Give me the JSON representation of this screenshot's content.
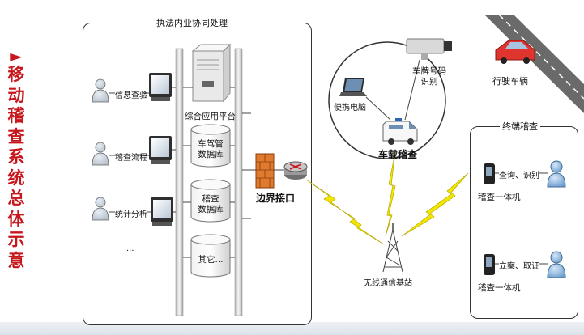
{
  "side_title": {
    "arrow": "►",
    "text": "移动稽查系统总体示意"
  },
  "internal_panel": {
    "title": "执法内业协同处理",
    "users": [
      "信息查验",
      "稽查流程",
      "统计分析",
      "..."
    ],
    "server_label": "综合应用平台",
    "databases": [
      "车驾管\n数据库",
      "稽查\n数据库",
      "其它..."
    ]
  },
  "boundary": {
    "label": "边界接口"
  },
  "vehicle_circle": {
    "laptop_label": "便携电脑",
    "camera_label": "车牌号码\n识别",
    "center_label": "车载稽查"
  },
  "driving_vehicle": {
    "label": "行驶车辆"
  },
  "base_station": {
    "label": "无线通信基站"
  },
  "terminal_panel": {
    "title": "终端稽查",
    "devices": [
      {
        "action": "查询、识别",
        "name": "稽查一体机"
      },
      {
        "action": "立案、取证",
        "name": "稽查一体机"
      }
    ]
  },
  "colors": {
    "accent_red": "#c8161d",
    "lightning_yellow": "#f2e600",
    "person_blue": "#8fb8de",
    "firewall_orange": "#e07a2e",
    "car_red": "#e0342f"
  }
}
